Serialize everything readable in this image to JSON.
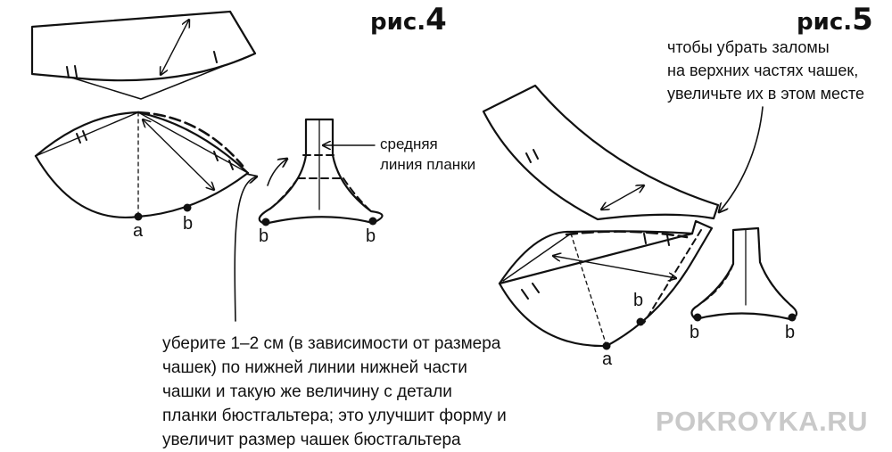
{
  "figure4": {
    "prefix": "рис.",
    "number": "4",
    "bracket_note": [
      "средняя",
      "линия планки"
    ],
    "point_labels": {
      "a": "a",
      "b": "b",
      "b_left": "b",
      "b_right": "b"
    },
    "caption": [
      "уберите 1–2 см (в зависимости от размера",
      "чашек) по нижней линии нижней части",
      "чашки и такую же величину с детали",
      "планки бюстгальтера; это улучшит форму и",
      "увеличит размер чашек бюстгальтера"
    ]
  },
  "figure5": {
    "prefix": "рис.",
    "number": "5",
    "note": [
      "чтобы убрать заломы",
      "на верхних частях чашек,",
      "увеличьте их в этом месте"
    ],
    "point_labels": {
      "a": "a",
      "b": "b",
      "b_left": "b",
      "b_right": "b"
    }
  },
  "watermark": "POKROYKA.RU",
  "colors": {
    "ink": "#111111",
    "watermark": "#c9c9c9",
    "background": "#ffffff"
  }
}
